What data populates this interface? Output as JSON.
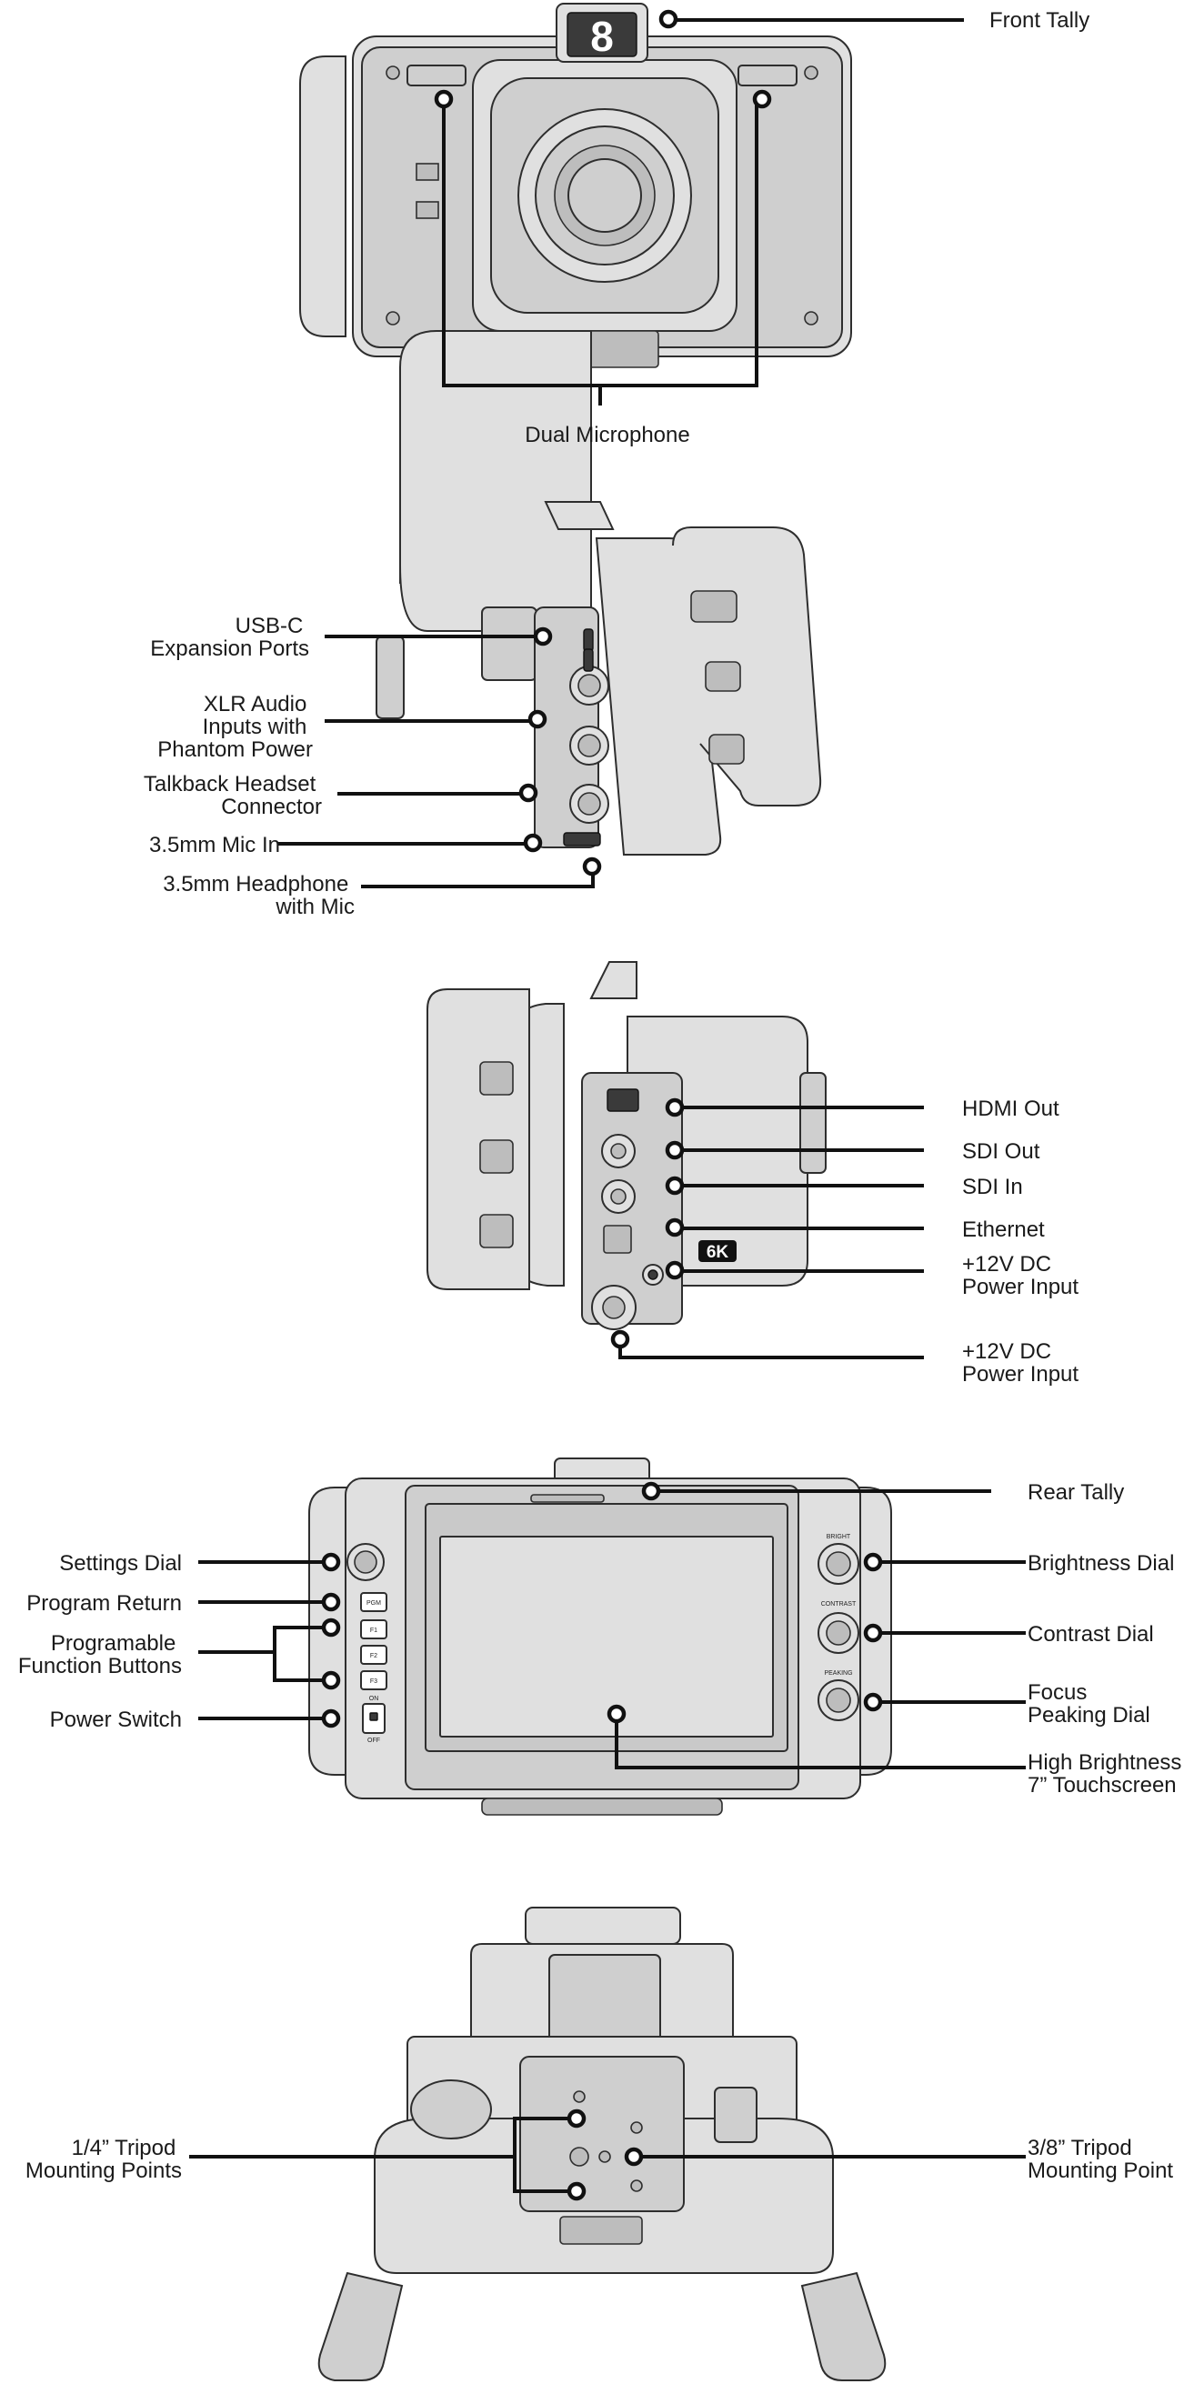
{
  "views": {
    "front": {
      "tally_number": "8",
      "labels": {
        "front_tally": [
          "Front Tally"
        ],
        "dual_microphone": [
          "Dual Microphone"
        ]
      }
    },
    "left_side": {
      "labels": {
        "usb_c": [
          "USB-C",
          "Expansion Ports"
        ],
        "xlr_audio": [
          "XLR Audio",
          "Inputs with",
          "Phantom Power"
        ],
        "talkback": [
          "Talkback Headset",
          "Connector"
        ],
        "mic_in": [
          "3.5mm Mic In"
        ],
        "headphone": [
          "3.5mm Headphone",
          "with Mic"
        ]
      }
    },
    "right_side": {
      "badge": "6K",
      "labels": {
        "hdmi_out": [
          "HDMI Out"
        ],
        "sdi_out": [
          "SDI Out"
        ],
        "sdi_in": [
          "SDI In"
        ],
        "ethernet": [
          "Ethernet"
        ],
        "dc_input_1": [
          "+12V DC",
          "Power Input"
        ],
        "dc_input_2": [
          "+12V DC",
          "Power Input"
        ]
      }
    },
    "rear": {
      "button_labels": [
        "PGM",
        "F1",
        "F2",
        "F3"
      ],
      "switch_on": "ON",
      "switch_off": "OFF",
      "dial_labels": [
        "BRIGHT",
        "CONTRAST",
        "PEAKING"
      ],
      "labels": {
        "rear_tally": [
          "Rear Tally"
        ],
        "settings_dial": [
          "Settings Dial"
        ],
        "program_return": [
          "Program Return"
        ],
        "function_buttons": [
          "Programable",
          "Function Buttons"
        ],
        "power_switch": [
          "Power Switch"
        ],
        "brightness_dial": [
          "Brightness Dial"
        ],
        "contrast_dial": [
          "Contrast Dial"
        ],
        "focus_peaking": [
          "Focus",
          "Peaking Dial"
        ],
        "touchscreen": [
          "High Brightness",
          "7” Touchscreen"
        ]
      }
    },
    "bottom": {
      "labels": {
        "quarter_inch": [
          "1/4” Tripod",
          "Mounting Points"
        ],
        "three_eighth": [
          "3/8” Tripod",
          "Mounting Point"
        ]
      }
    }
  }
}
